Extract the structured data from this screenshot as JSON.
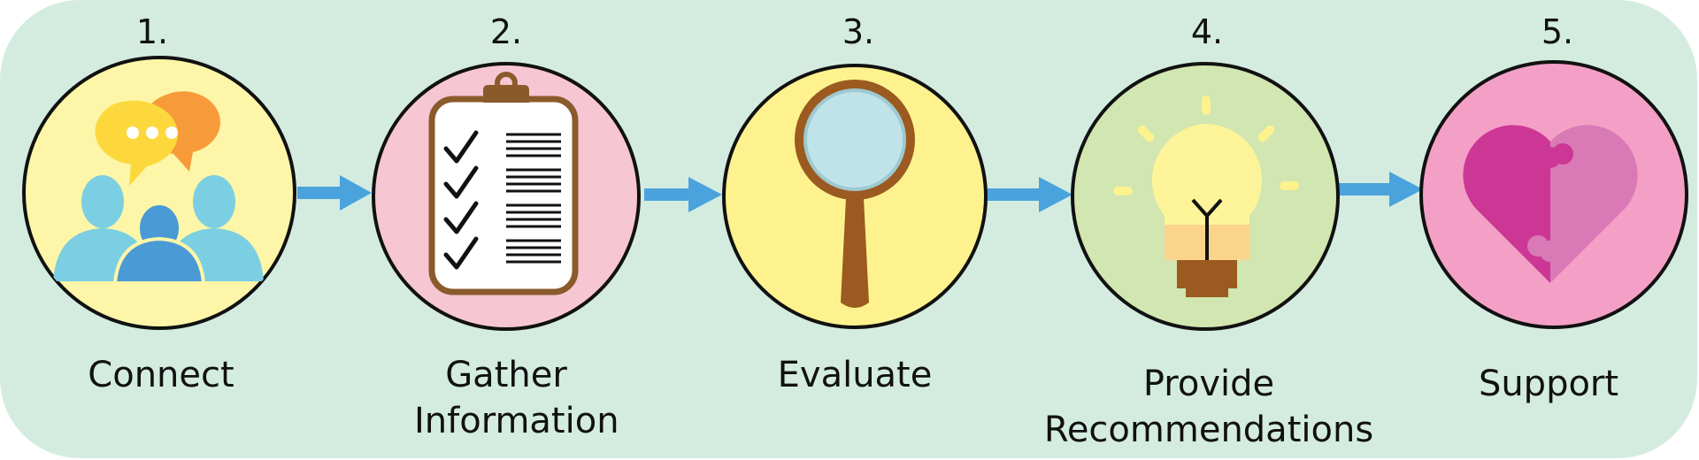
{
  "colors": {
    "background": "#d4ece0",
    "arrow": "#4aa3dc",
    "circle_outline": "#111111",
    "connect_fill": "#fdf6a8",
    "gather_fill": "#f7c6d3",
    "evaluate_fill": "#fdf28e",
    "recommend_fill": "#d1e6b0",
    "support_fill": "#f4a0c6"
  },
  "steps": [
    {
      "number": "1.",
      "label": "Connect",
      "icon": "people-conversation-icon"
    },
    {
      "number": "2.",
      "label": "Gather Information",
      "icon": "clipboard-checklist-icon"
    },
    {
      "number": "3.",
      "label": "Evaluate",
      "icon": "magnifying-glass-icon"
    },
    {
      "number": "4.",
      "label": "Provide Recommendations",
      "icon": "lightbulb-icon"
    },
    {
      "number": "5.",
      "label": "Support",
      "icon": "puzzle-heart-icon"
    }
  ],
  "connectors": [
    "arrow-right-icon",
    "arrow-right-icon",
    "arrow-right-icon",
    "arrow-right-icon"
  ]
}
